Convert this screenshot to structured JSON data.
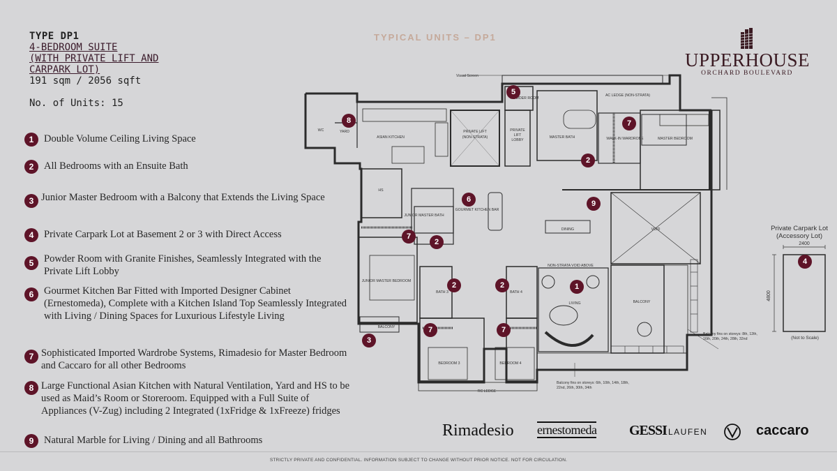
{
  "unit": {
    "type": "TYPE DP1",
    "subtitle_lines": [
      "4-BEDROOM SUITE",
      "(WITH PRIVATE LIFT AND",
      "CARPARK LOT)"
    ],
    "area": "191 sqm / 2056 sqft",
    "units": "No. of Units: 15"
  },
  "features": [
    {
      "num": "1",
      "text": "Double Volume Ceiling Living Space"
    },
    {
      "num": "2",
      "text": "All Bedrooms with an Ensuite Bath"
    },
    {
      "num": "3",
      "text": "Junior Master Bedroom with a Balcony that Extends the Living Space"
    },
    {
      "num": "4",
      "text": "Private Carpark Lot at Basement 2 or 3 with Direct Access"
    },
    {
      "num": "5",
      "text": "Powder Room with Granite Finishes, Seamlessly Integrated with the Private Lift Lobby"
    },
    {
      "num": "6",
      "text": "Gourmet Kitchen Bar Fitted with Imported Designer Cabinet (Ernestomeda), Complete with a Kitchen Island Top Seamlessly Integrated with Living / Dining Spaces for Luxurious Lifestyle Living"
    },
    {
      "num": "7",
      "text": "Sophisticated Imported Wardrobe Systems, Rimadesio for Master Bedroom and Caccaro for all other Bedrooms"
    },
    {
      "num": "8",
      "text": "Large Functional Asian Kitchen with Natural Ventilation, Yard and HS to be used as Maid’s Room or Storeroom. Equipped with a Full Suite of Appliances (V-Zug) including 2 Integrated (1xFridge & 1xFreeze) fridges"
    },
    {
      "num": "9",
      "text": "Natural Marble for Living / Dining and all Bathrooms"
    }
  ],
  "header": {
    "center_title": "TYPICAL UNITS – DP1"
  },
  "logo": {
    "name": "UPPERHOUSE",
    "sub": "ORCHARD BOULEVARD"
  },
  "plan": {
    "rooms": {
      "yard": "YARD",
      "wc": "WC",
      "asian_kitchen": "ASIAN KITCHEN",
      "hs": "HS",
      "private_lift": "PRIVATE LIFT",
      "private_lift_sub": "(NON-STRATA)",
      "private_lift_lobby_1": "PRIVATE",
      "private_lift_lobby_2": "LIFT",
      "private_lift_lobby_3": "LOBBY",
      "powder_room": "POWDER ROOM",
      "master_bath": "MASTER BATH",
      "walk_in_wardrobe": "WALK-IN WARDROBE",
      "master_bedroom": "MASTER BEDROOM",
      "gourmet_kitchen_bar": "GOURMET KITCHEN BAR",
      "junior_master_bath": "JUNIOR MASTER BATH",
      "junior_master_bedroom": "JUNIOR MASTER BEDROOM",
      "dining": "DINING",
      "living": "LIVING",
      "balcony": "BALCONY",
      "void": "VOID",
      "bath_3": "BATH 3",
      "bath_4": "BATH 4",
      "bedroom_3": "BEDROOM 3",
      "bedroom_4": "BEDROOM 4",
      "balcony_small": "BALCONY",
      "ac_ledge_top": "AC LEDGE (NON-STRATA)",
      "rc_ledge": "RC LEDGE",
      "visual_screen": "Visual Screen",
      "non_strata_void": "NON-STRATA VOID ABOVE"
    },
    "notes": {
      "balcony_fins_right": "Balcony fins on storeys: 8th, 12th, 16th, 20th, 24th, 28th, 32nd",
      "balcony_fins_bottom": "Balcony fins on storeys: 6th, 10th, 14th, 18th, 22nd, 26th, 30th, 34th"
    },
    "markers": [
      {
        "num": "8"
      },
      {
        "num": "5"
      },
      {
        "num": "2"
      },
      {
        "num": "7"
      },
      {
        "num": "6"
      },
      {
        "num": "9"
      },
      {
        "num": "7"
      },
      {
        "num": "2"
      },
      {
        "num": "2"
      },
      {
        "num": "2"
      },
      {
        "num": "1"
      },
      {
        "num": "7"
      },
      {
        "num": "7"
      },
      {
        "num": "3"
      }
    ]
  },
  "carpark": {
    "title_line1": "Private Carpark Lot",
    "title_line2": "(Accessory Lot)",
    "width": "2400",
    "length": "4800",
    "marker": "4",
    "scale_note": "(Not to Scale)"
  },
  "brands": [
    "Rimadesio",
    "ernestomeda",
    "GESSI",
    "LAUFEN",
    "V-ZUG",
    "caccaro"
  ],
  "footer": "STRICTLY PRIVATE AND CONFIDENTIAL. INFORMATION SUBJECT TO CHANGE WITHOUT PRIOR NOTICE. NOT FOR CIRCULATION.",
  "colors": {
    "accent": "#5e1428",
    "background": "#d6d6d8",
    "title_gold": "#c5a99a"
  }
}
